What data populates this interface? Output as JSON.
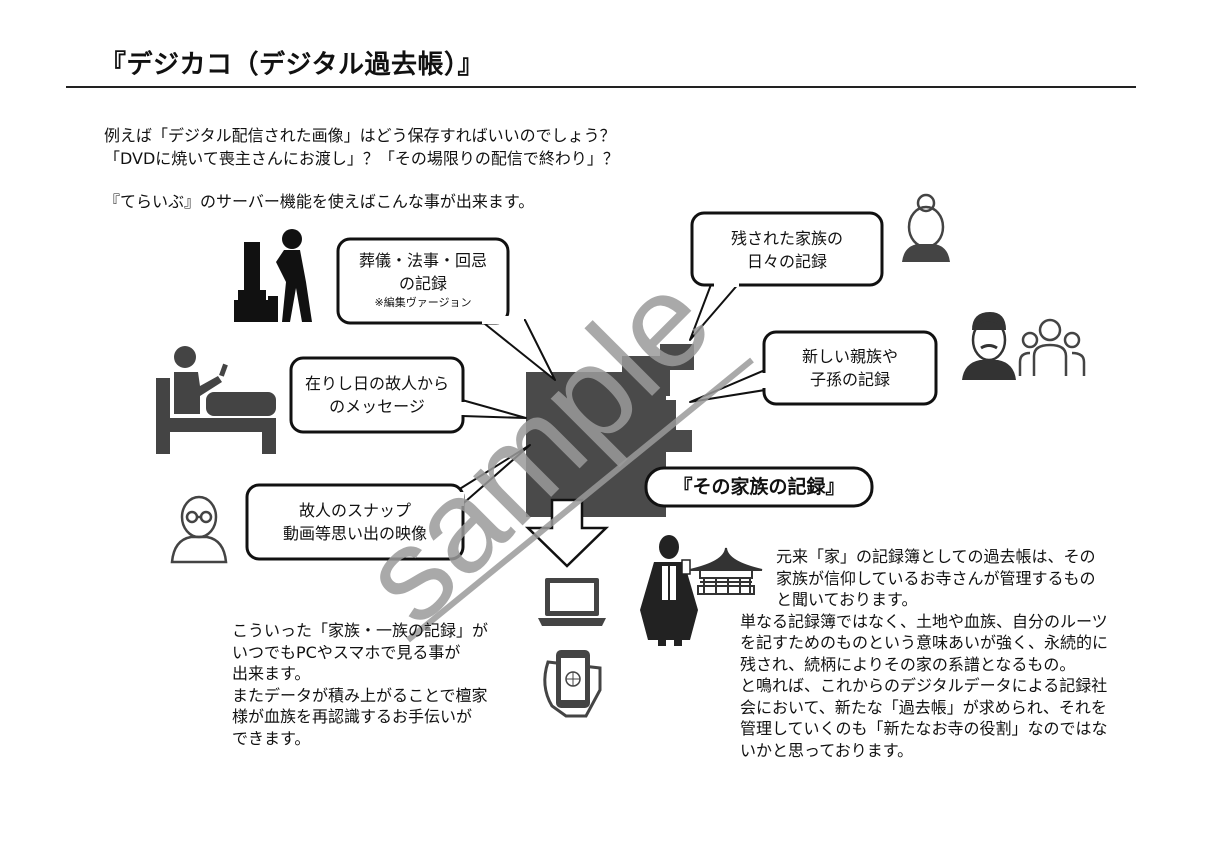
{
  "title": "『デジカコ（デジタル過去帳）』",
  "intro": {
    "line1": "例えば「デジタル配信された画像」はどう保存すればいいのでしょう？",
    "line2": "「DVDに焼いて喪主さんにお渡し」？「その場限りの配信で終わり」？",
    "line3": "『てらいぶ』のサーバー機能を使えばこんな事が出来ます。"
  },
  "bubbles": {
    "funeral": {
      "line1": "葬儀・法事・回忌",
      "line2": "の記録",
      "note": "※編集ヴァージョン"
    },
    "message": {
      "line1": "在りし日の故人から",
      "line2": "のメッセージ"
    },
    "snapshot": {
      "line1": "故人のスナップ",
      "line2": "動画等思い出の映像"
    },
    "daily": {
      "line1": "残された家族の",
      "line2": "日々の記録"
    },
    "relatives": {
      "line1": "新しい親族や",
      "line2": "子孫の記録"
    }
  },
  "center_label": "『その家族の記録』",
  "watermark": "sample",
  "left_paragraph": [
    "こういった「家族・一族の記録」が",
    "いつでもPCやスマホで見る事が",
    "出来ます。",
    "またデータが積み上がることで檀家",
    "様が血族を再認識するお手伝いが",
    "できます。"
  ],
  "right_paragraph": [
    "元来「家」の記録簿としての過去帳は、その",
    "家族が信仰しているお寺さんが管理するもの",
    "と聞いております。",
    "単なる記録簿ではなく、土地や血族、自分のルーツ",
    "を記すためのものという意味あいが強く、永続的に",
    "残され、続柄によりその家の系譜となるもの。",
    "と鳴れば、これからのデジタルデータによる記録社",
    "会において、新たな「過去帳」が求められ、それを",
    "管理していくのも「新たなお寺の役割」なのではな",
    "いかと思っております。"
  ],
  "icons": [
    "grave-visit-icon",
    "bed-person-icon",
    "bald-man-icon",
    "grandmother-icon",
    "man-with-mustache-icon",
    "family-group-icon",
    "monk-icon",
    "temple-icon",
    "laptop-icon",
    "smartphone-hand-icon"
  ],
  "colors": {
    "block": "#4a4a4a",
    "ink": "#111111",
    "watermark": "#9a9a9a"
  }
}
